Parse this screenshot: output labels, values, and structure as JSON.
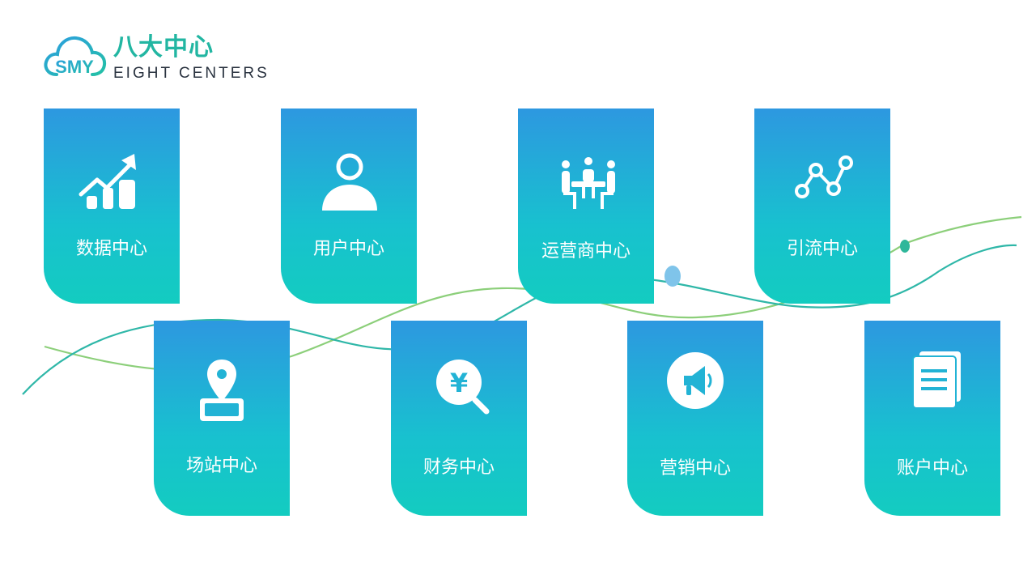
{
  "logo": {
    "mark_text": "SMY",
    "title": "八大中心",
    "subtitle": "EIGHT CENTERS"
  },
  "colors": {
    "card_gradient_top": "#2d98e0",
    "card_gradient_bottom": "#13ccc0",
    "title_green": "#22b6a2",
    "wave_green": "#8ccf7a",
    "wave_teal": "#2fb7a8"
  },
  "cards": [
    {
      "label": "数据中心",
      "icon": "growth-chart-icon"
    },
    {
      "label": "用户中心",
      "icon": "user-icon"
    },
    {
      "label": "运营商中心",
      "icon": "meeting-table-icon"
    },
    {
      "label": "引流中心",
      "icon": "node-graph-icon"
    },
    {
      "label": "场站中心",
      "icon": "location-pin-icon"
    },
    {
      "label": "财务中心",
      "icon": "yuan-search-icon"
    },
    {
      "label": "营销中心",
      "icon": "megaphone-icon"
    },
    {
      "label": "账户中心",
      "icon": "documents-icon"
    }
  ]
}
